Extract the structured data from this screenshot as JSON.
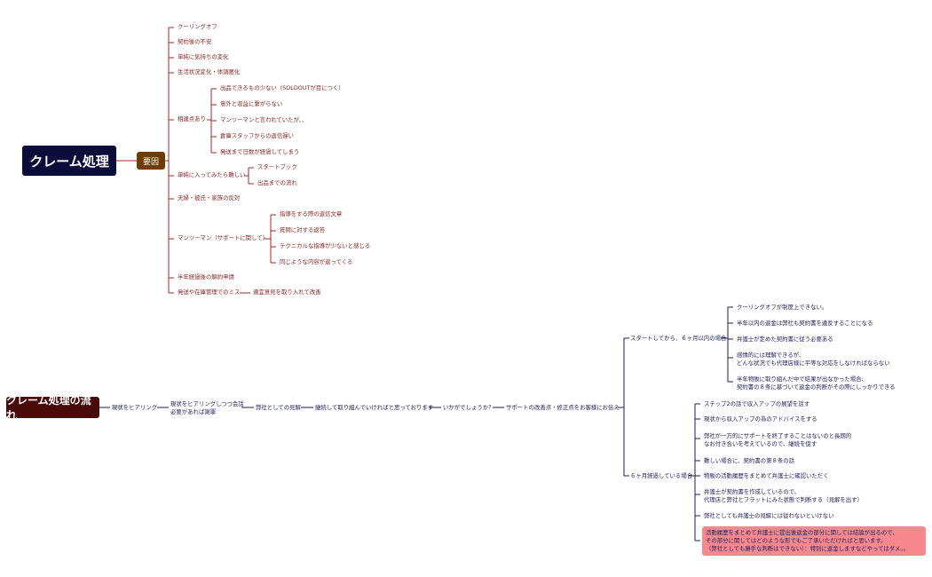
{
  "colors": {
    "red_branch": "#a32828",
    "navy_branch": "#1b1d5e",
    "root1_bg": "#0b0c3a",
    "root2_bg": "#4a0a0a",
    "tag_bg": "#6e3d07",
    "highlight_bg": "#f7898e"
  },
  "map1": {
    "root": "クレーム処理",
    "tag": "要因",
    "items": [
      "クーリングオフ",
      "契約後の不安",
      "単純に気持ちの変化",
      "生活状況変化・体調悪化",
      "相違点あり",
      "単純に入ってみたら難しい",
      "夫婦・彼氏・家族の反対",
      "マンツーマン（サポートに関して）",
      "半年経過後の解約申請",
      "発送や在庫管理でのミス"
    ],
    "discrepancy": [
      "出品できるもの少ない（SOLDOUTが目につく）",
      "意外と収益に繋がらない",
      "マンツーマンと言われていたが、、",
      "倉庫スタッフからの返信遅い",
      "発送まで日数が経過してしまう"
    ],
    "difficult": [
      "スタートブック",
      "出品までの流れ"
    ],
    "support": [
      "指導をする際の返信文章",
      "質問に対する返答",
      "テクニカルな指導が少ないと感じる",
      "同じような内容が返ってくる"
    ],
    "shipping_fix": "適宜意見を取り入れて改善"
  },
  "map2": {
    "root": "クレーム処理の流れ",
    "chain": [
      "現状をヒアリング",
      "現状をヒアリングしつつ会話\n必要があれば謝罪",
      "弊社としての見解",
      "継続して取り組んでいければと思っております",
      "いかがでしょうか？",
      "サポートの改善点・修正点をお客様にお伝え"
    ],
    "branch_a": "スタートしてから、６ヶ月以内の場合",
    "branch_a_items": [
      "クーリングオフが制度上できない。",
      "半年以内の返金は弊社も契約書を違反することになる",
      "弁護士が定めた契約書に従う必要ある",
      "感情的には理解できるが、\nどんな状況でも代理店様に平等な対応をしなければならない",
      "半年物販に取り組んだ中で結果が出なかった場合、\n契約書の８条に基づいて返金の判断がその際にしっかりできる"
    ],
    "branch_b": "６ヶ月経過している場合",
    "branch_b_items": [
      "ステップ2の話で収入アップの展望を話す",
      "現状から収入アップの為のアドバイスをする",
      "弊社が一方的にサポートを終了することはないのと長期的\nなお付き合いを考えているので、継続を促す",
      "難しい場合に、契約書の第８条の話",
      "物販の活動履歴をまとめて弁護士に確認いただく",
      "弁護士が契約書を作成しているので、\n代理店と弊社とフラットにみた状態で判断する（見解を出す）",
      "弊社としても弁護士の見解には従わないといけない",
      "活動履歴をまとめて弁護士に提出後返金の部分に関しては結論が出るので、\nその部分に関してはどのような形でもご了承いただければと思います。\n（弊社としても勝手な判断はできない）：特別に返金しますなどやってはダメ。。"
    ]
  }
}
